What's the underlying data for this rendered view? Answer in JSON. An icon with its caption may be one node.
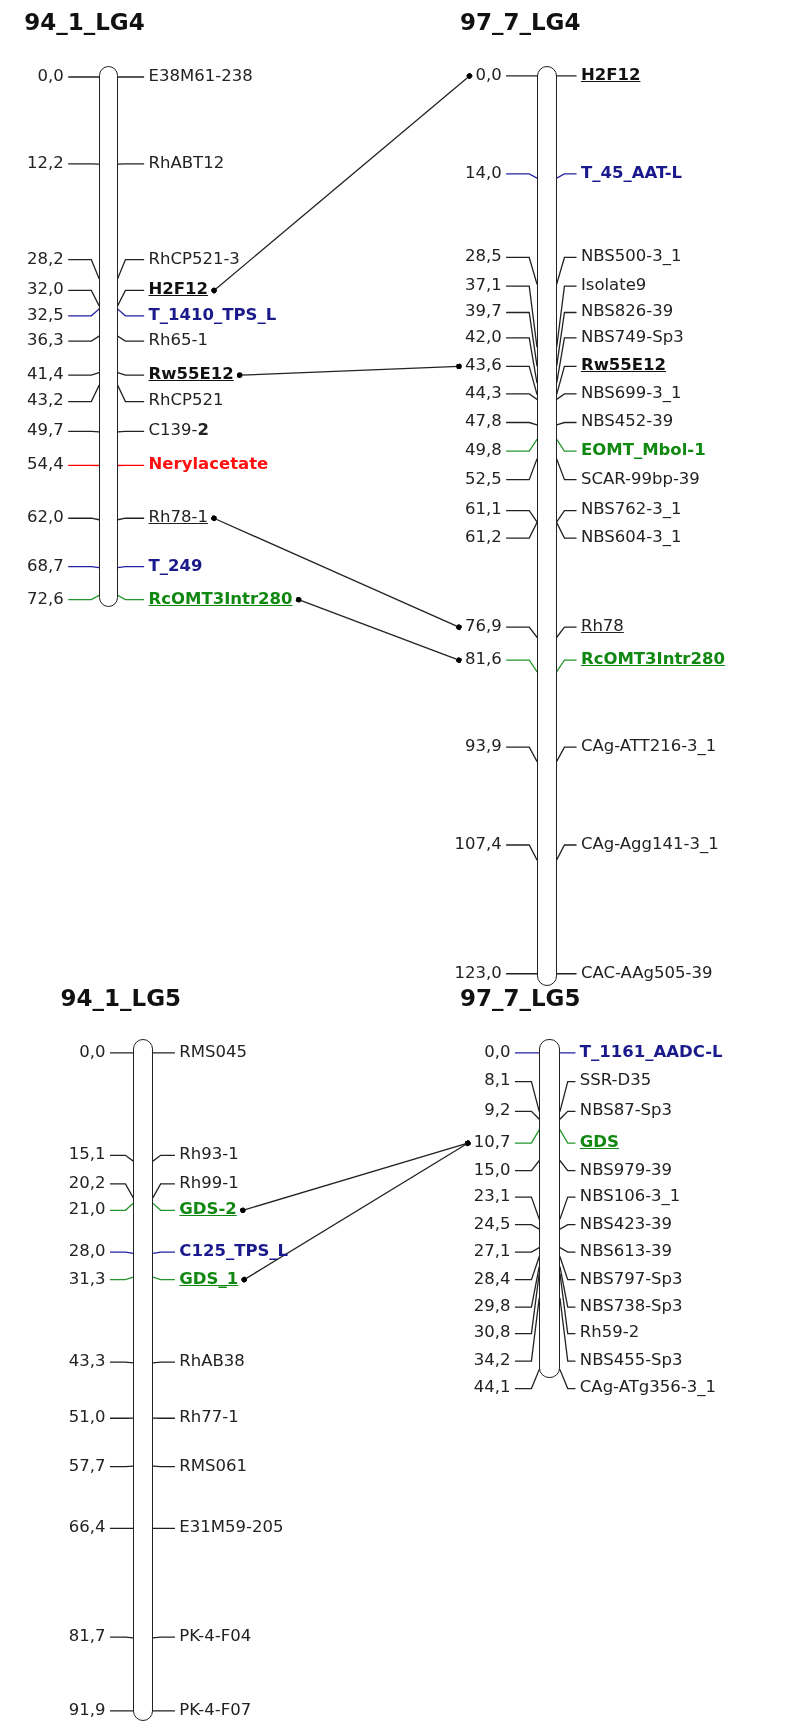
{
  "diagram": {
    "nodes": [
      {
        "text": [
          "94_1_LG4"
        ]
      },
      {
        "text": [
          "E38M61-238"
        ],
        "beside": [
          "0,0"
        ]
      },
      {
        "text": [
          "RhABT12"
        ],
        "beside": [
          "12,2"
        ]
      },
      {
        "text": [
          "RhCP521-3"
        ],
        "beside": [
          "28,2"
        ]
      },
      {
        "text": [
          "H2F12"
        ],
        "beside": [
          "32,0"
        ]
      },
      {
        "text": [
          "T_1410_TPS_L"
        ],
        "beside": [
          "32,5"
        ]
      },
      {
        "text": [
          "Rh65-1"
        ],
        "beside": [
          "36,3"
        ]
      },
      {
        "text": [
          "Rw55E12"
        ],
        "beside": [
          "41,4"
        ]
      },
      {
        "text": [
          "RhCP521"
        ],
        "beside": [
          "43,2"
        ]
      },
      {
        "text": [
          "C139-**2**"
        ],
        "beside": [
          "49,7"
        ]
      },
      {
        "text": [
          "Nerylacetate"
        ],
        "beside": [
          "54,4"
        ]
      },
      {
        "text": [
          "Rh78-1"
        ],
        "beside": [
          "62,0"
        ]
      },
      {
        "text": [
          "T_249"
        ],
        "beside": [
          "68,7"
        ]
      },
      {
        "text": [
          "RcOMT3Intr280"
        ],
        "beside": [
          "72,6"
        ]
      },
      {
        "text": [
          "97_7_LG4"
        ]
      },
      {
        "text": [
          "H2F12"
        ],
        "beside": [
          "0,0"
        ]
      },
      {
        "text": [
          "T_45_AAT-L"
        ],
        "beside": [
          "14,0"
        ]
      },
      {
        "text": [
          "NBS500-3_1"
        ],
        "beside": [
          "28,5"
        ]
      },
      {
        "text": [
          "Isolate9"
        ],
        "beside": [
          "37,1"
        ]
      },
      {
        "text": [
          "NBS826-39"
        ],
        "beside": [
          "39,7"
        ]
      },
      {
        "text": [
          "NBS749-Sp3"
        ],
        "beside": [
          "42,0"
        ]
      },
      {
        "text": [
          "Rw55E12"
        ],
        "beside": [
          "43,6"
        ]
      },
      {
        "text": [
          "NBS699-3_1"
        ],
        "beside": [
          "44,3"
        ]
      },
      {
        "text": [
          "NBS452-39"
        ],
        "beside": [
          "47,8"
        ]
      },
      {
        "text": [
          "EOMT_Mbol-1"
        ],
        "beside": [
          "49,8"
        ]
      },
      {
        "text": [
          "SCAR-99bp-39"
        ],
        "beside": [
          "52,5"
        ]
      },
      {
        "text": [
          "NBS762-3_1"
        ],
        "beside": [
          "61,1"
        ]
      },
      {
        "text": [
          "NBS604-3_1"
        ],
        "beside": [
          "61,2"
        ]
      },
      {
        "text": [
          "Rh78"
        ],
        "beside": [
          "76,9"
        ]
      },
      {
        "text": [
          "RcOMT3Intr280"
        ],
        "beside": [
          "81,6"
        ]
      },
      {
        "text": [
          "CAg-ATT216-3_1"
        ],
        "beside": [
          "93,9"
        ]
      },
      {
        "text": [
          "CAg-Agg141-3_1"
        ],
        "beside": [
          "107,4"
        ]
      },
      {
        "text": [
          "CAC-AAg505-39"
        ],
        "beside": [
          "123,0"
        ]
      },
      {
        "text": [
          "94_1_LG5"
        ]
      },
      {
        "text": [
          "RMS045"
        ],
        "beside": [
          "0,0"
        ]
      },
      {
        "text": [
          "Rh93-1"
        ],
        "beside": [
          "15,1"
        ]
      },
      {
        "text": [
          "Rh99-1"
        ],
        "beside": [
          "20,2"
        ]
      },
      {
        "text": [
          "GDS-2"
        ],
        "beside": [
          "21,0"
        ]
      },
      {
        "text": [
          "C125_TPS_L"
        ],
        "beside": [
          "28,0"
        ]
      },
      {
        "text": [
          "GDS_1"
        ],
        "beside": [
          "31,3"
        ]
      },
      {
        "text": [
          "RhAB38"
        ],
        "beside": [
          "43,3"
        ]
      },
      {
        "text": [
          "Rh77-1"
        ],
        "beside": [
          "51,0"
        ]
      },
      {
        "text": [
          "RMS061"
        ],
        "beside": [
          "57,7"
        ]
      },
      {
        "text": [
          "E31M59-205"
        ],
        "beside": [
          "66,4"
        ]
      },
      {
        "text": [
          "PK-4-F04"
        ],
        "beside": [
          "81,7"
        ]
      },
      {
        "text": [
          "PK-4-F07"
        ],
        "beside": [
          "91,9"
        ]
      },
      {
        "text": [
          "97_7_LG5"
        ]
      },
      {
        "text": [
          "T_1161_AADC-L"
        ],
        "beside": [
          "0,0"
        ]
      },
      {
        "text": [
          "SSR-D35"
        ],
        "beside": [
          "8,1"
        ]
      },
      {
        "text": [
          "NBS87-Sp3"
        ],
        "beside": [
          "9,2"
        ]
      },
      {
        "text": [
          "GDS"
        ],
        "beside": [
          "10,7"
        ]
      },
      {
        "text": [
          "NBS979-39"
        ],
        "beside": [
          "15,0"
        ]
      },
      {
        "text": [
          "NBS106-3_1"
        ],
        "beside": [
          "23,1"
        ]
      },
      {
        "text": [
          "NBS423-39"
        ],
        "beside": [
          "24,5"
        ]
      },
      {
        "text": [
          "NBS613-39"
        ],
        "beside": [
          "27,1"
        ]
      },
      {
        "text": [
          "NBS797-Sp3"
        ],
        "beside": [
          "28,4"
        ]
      },
      {
        "text": [
          "NBS738-Sp3"
        ],
        "beside": [
          "29,8"
        ]
      },
      {
        "text": [
          "Rh59-2"
        ],
        "beside": [
          "30,8"
        ]
      },
      {
        "text": [
          "NBS455-Sp3"
        ],
        "beside": [
          "34,2"
        ]
      },
      {
        "text": [
          "CAg-ATg356-3_1"
        ],
        "beside": [
          "44,1"
        ]
      }
    ],
    "edges": [
      {
        "from": 4,
        "to": 15,
        "arrow": "other"
      },
      {
        "from": 7,
        "to": 21,
        "arrow": "other"
      },
      {
        "from": 11,
        "to": 28,
        "arrow": "other"
      },
      {
        "from": 13,
        "to": 29,
        "arrow": "other"
      },
      {
        "from": 37,
        "to": 50,
        "arrow": "other"
      },
      {
        "from": 39,
        "to": 50,
        "arrow": "other"
      }
    ]
  }
}
